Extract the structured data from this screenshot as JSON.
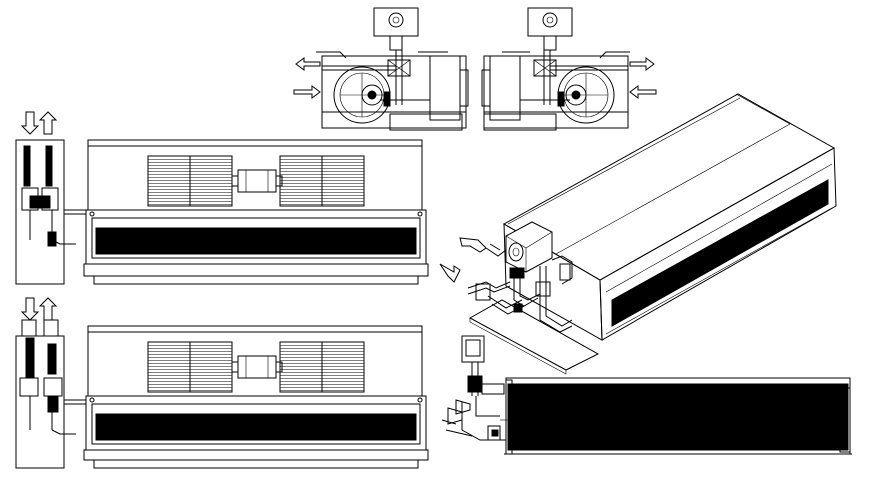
{
  "drawing": {
    "background": "#ffffff",
    "line_color": "#000000",
    "views": [
      {
        "id": "end-view-left",
        "kind": "side elevation with valve"
      },
      {
        "id": "end-view-right",
        "kind": "side elevation with valve"
      },
      {
        "id": "front-view-top",
        "kind": "front elevation with two blowers"
      },
      {
        "id": "front-view-bottom",
        "kind": "front elevation with two blowers"
      },
      {
        "id": "iso-view",
        "kind": "isometric unit with piping"
      },
      {
        "id": "coil-view",
        "kind": "coil with valve assembly"
      }
    ]
  }
}
